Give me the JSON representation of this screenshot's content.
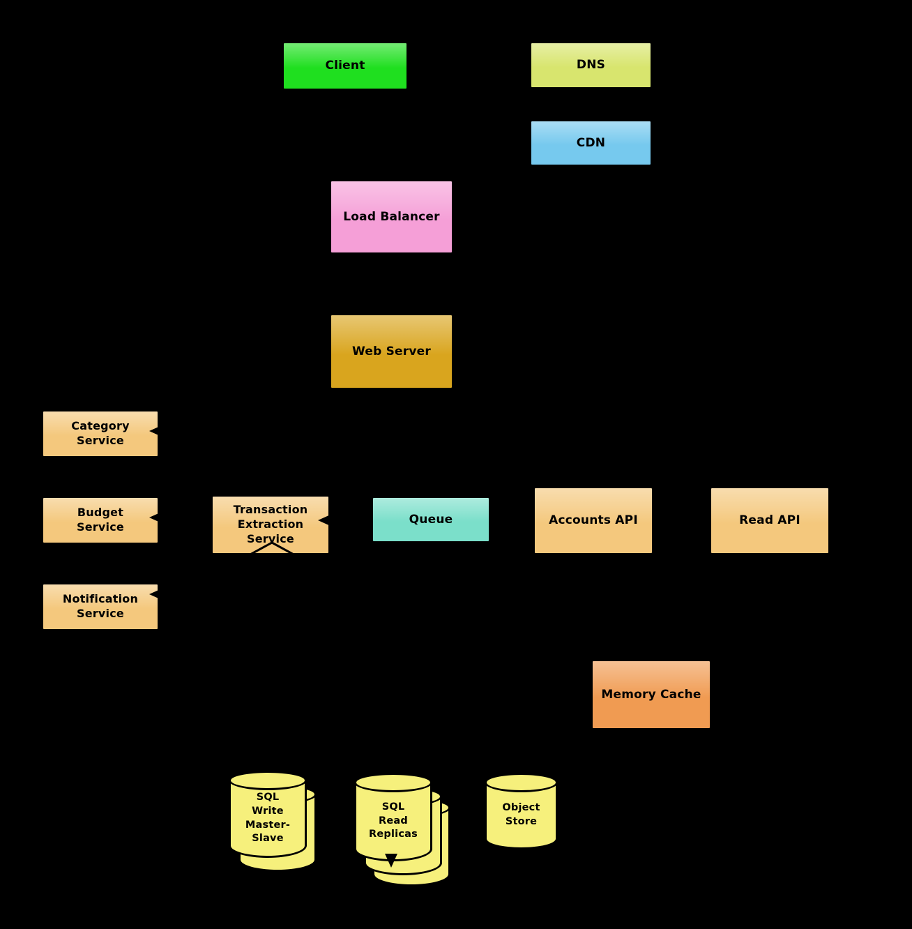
{
  "diagram": {
    "canvas_background": "#000000",
    "nodes": {
      "client": {
        "label": "Client",
        "color": "#1fdf1f"
      },
      "dns": {
        "label": "DNS",
        "color": "#d8e56e"
      },
      "cdn": {
        "label": "CDN",
        "color": "#76c9ee"
      },
      "load_balancer": {
        "label": "Load Balancer",
        "color": "#f59fd7"
      },
      "web_server": {
        "label": "Web Server",
        "color": "#d9a51e"
      },
      "category_service": {
        "label": "Category\nService",
        "color": "#f4c87d"
      },
      "budget_service": {
        "label": "Budget\nService",
        "color": "#f4c87d"
      },
      "notification_service": {
        "label": "Notification\nService",
        "color": "#f4c87d"
      },
      "transaction_extraction_service": {
        "label": "Transaction\nExtraction\nService",
        "color": "#f4c87d"
      },
      "queue": {
        "label": "Queue",
        "color": "#7bdfca"
      },
      "accounts_api": {
        "label": "Accounts API",
        "color": "#f4c87d"
      },
      "read_api": {
        "label": "Read API",
        "color": "#f4c87d"
      },
      "memory_cache": {
        "label": "Memory Cache",
        "color": "#f09b52"
      },
      "sql_write_master_slave": {
        "label": "SQL\nWrite\nMaster-\nSlave",
        "color": "#f6f07c"
      },
      "sql_read_replicas": {
        "label": "SQL\nRead\nReplicas",
        "color": "#f6f07c"
      },
      "object_store": {
        "label": "Object\nStore",
        "color": "#f6f07c"
      }
    }
  }
}
